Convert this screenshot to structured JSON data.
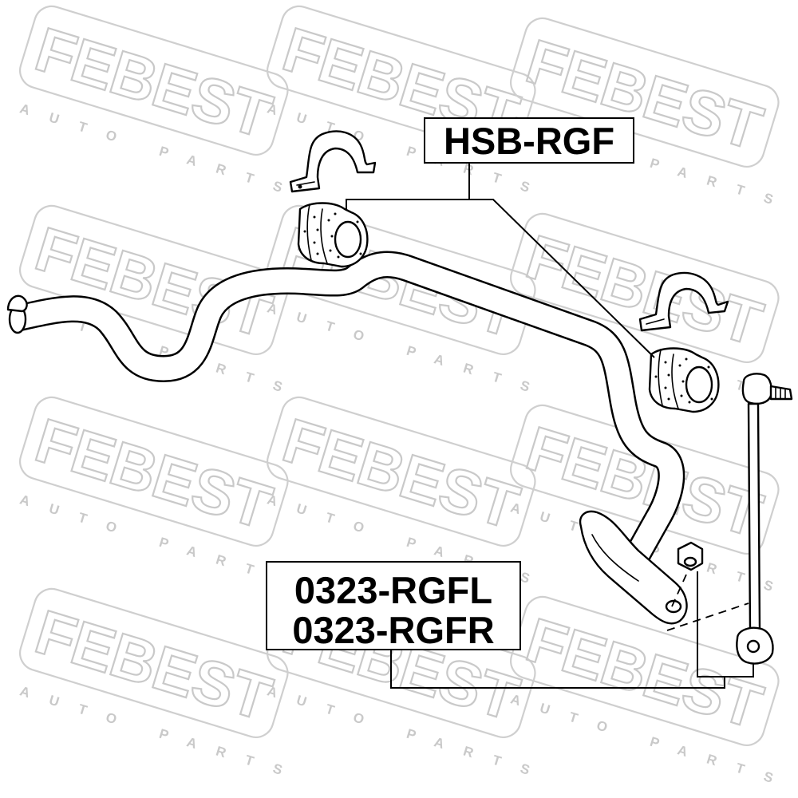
{
  "watermark": {
    "brand": "FEBEST",
    "tagline": "AUTO PARTS"
  },
  "labels": {
    "bushing_part_number": "HSB-RGF",
    "link_part_number_left": "0323-RGFL",
    "link_part_number_right": "0323-RGFR"
  },
  "colors": {
    "line": "#000000",
    "watermark": "#c9c9c9",
    "background": "#ffffff"
  }
}
